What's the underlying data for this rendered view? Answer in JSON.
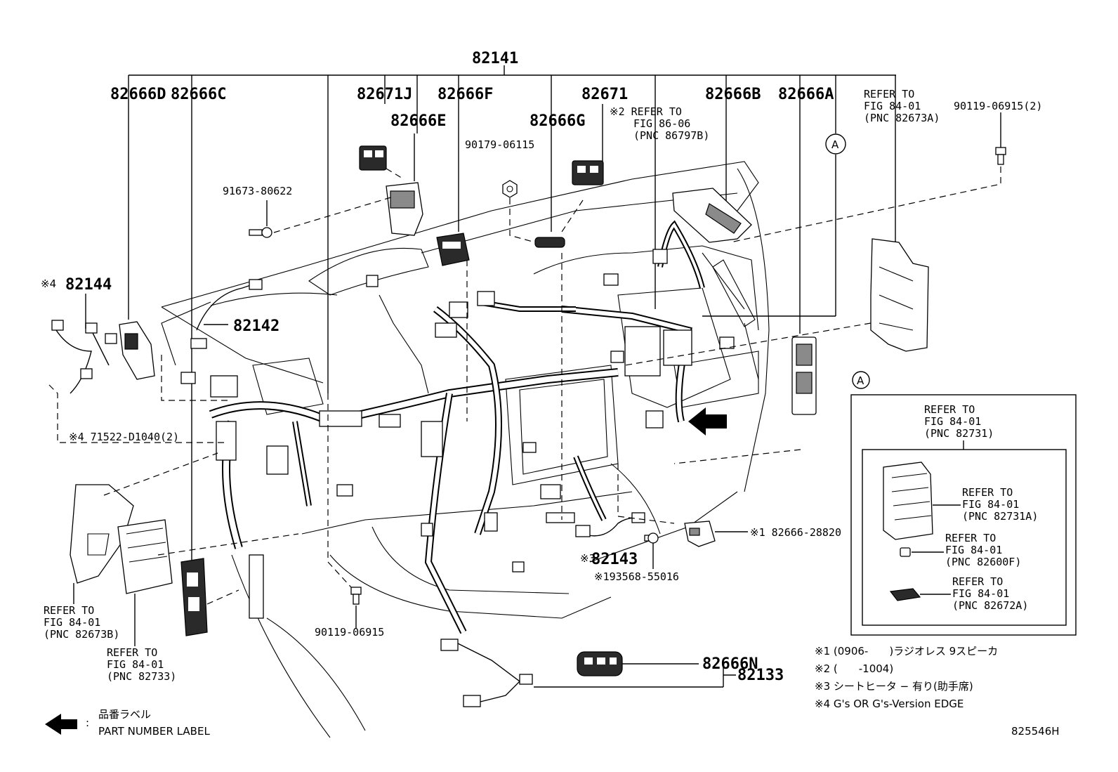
{
  "diagram_id": "825546H",
  "top_part": "82141",
  "parts": {
    "p82666D": "82666D",
    "p82666C": "82666C",
    "p82671J": "82671J",
    "p82666F": "82666F",
    "p82666E": "82666E",
    "p82671": "82671",
    "p82666G": "82666G",
    "p82666B": "82666B",
    "p82666A": "82666A",
    "p90179": "90179-06115",
    "p91673": "91673-80622",
    "p82144": "82144",
    "p82144_mark": "※4",
    "p82142": "82142",
    "p71522": "※4 71522-D1040(2)",
    "p90119_right": "90119-06915(2)",
    "p90119_bottom": "90119-06915",
    "p82143": "82143",
    "p82143_mark": "※3",
    "p93568": "※193568-55016",
    "p82666_28820": "※1 82666-28820",
    "p82666N": "82666N",
    "p82133": "82133"
  },
  "refers": {
    "r86": [
      "※2 REFER TO",
      "FIG 86-06",
      "(PNC 86797B)"
    ],
    "r82673A": [
      "REFER TO",
      "FIG 84-01",
      "(PNC 82673A)"
    ],
    "r82673B": [
      "REFER TO",
      "FIG 84-01",
      "(PNC 82673B)"
    ],
    "r82733": [
      "REFER TO",
      "FIG 84-01",
      "(PNC 82733)"
    ]
  },
  "detail_a": {
    "marker": "A",
    "r82731": [
      "REFER TO",
      "FIG 84-01",
      "(PNC 82731)"
    ],
    "r82731A": [
      "REFER TO",
      "FIG 84-01",
      "(PNC 82731A)"
    ],
    "r82600F": [
      "REFER TO",
      "FIG 84-01",
      "(PNC 82600F)"
    ],
    "r82672A": [
      "REFER TO",
      "FIG 84-01",
      "(PNC 82672A)"
    ]
  },
  "footnotes": [
    "※1 (0906-　　)ラジオレス 9スピーカ",
    "※2 (　　-1004)",
    "※3 シートヒータ − 有り(助手席)",
    "※4 G's OR G's-Version EDGE"
  ],
  "legend": {
    "label_jp": "品番ラベル",
    "label_en": "PART NUMBER LABEL"
  }
}
